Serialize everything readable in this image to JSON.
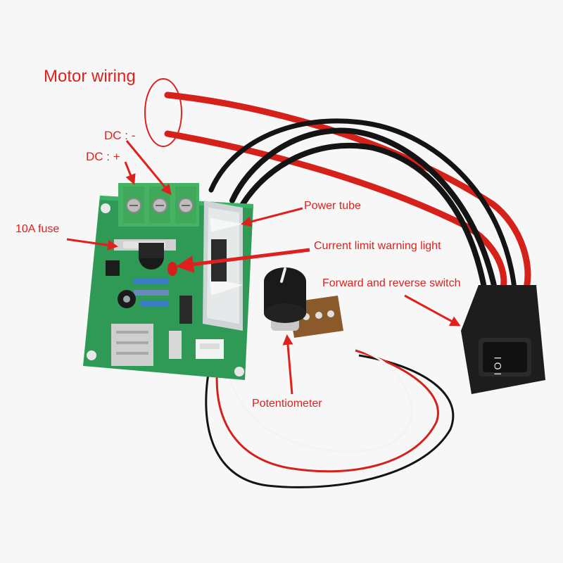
{
  "annotations": {
    "motor_wiring": "Motor wiring",
    "dc_minus": "DC : -",
    "dc_plus": "DC : +",
    "fuse": "10A fuse",
    "power_tube": "Power tube",
    "warning_light": "Current limit warning light",
    "switch": "Forward and reverse switch",
    "potentiometer": "Potentiometer"
  },
  "switch_marking": "I O I",
  "colors": {
    "annotation": "#e0201c",
    "pcb": "#2e9a55",
    "wire_red": "#d6211b",
    "wire_black": "#141414",
    "terminal": "#45b363"
  }
}
